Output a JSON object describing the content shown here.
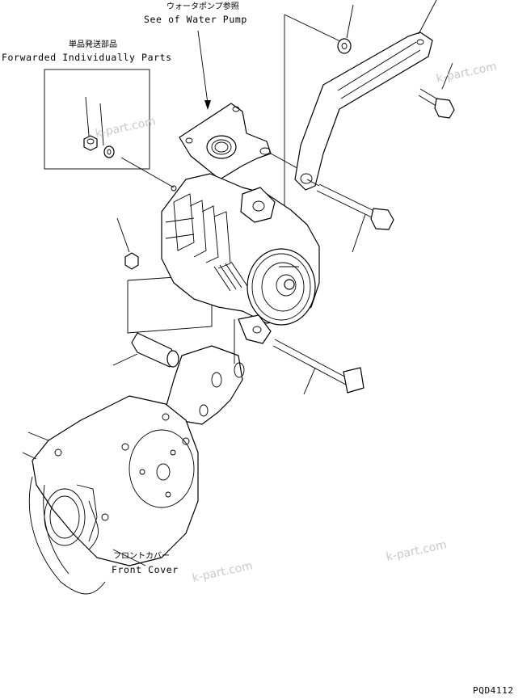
{
  "labels": {
    "water_pump_jp": "ウォータポンプ参照",
    "water_pump_en": "See of Water Pump",
    "forwarded_jp": "単品発送部品",
    "forwarded_en": "Forwarded Individually Parts",
    "front_cover_jp": "フロントカバー",
    "front_cover_en": "Front Cover",
    "drawing_code": "PQD4112"
  },
  "watermarks": [
    "k-part.com",
    "k-part.com",
    "k-part.com",
    "k-part.com"
  ],
  "colors": {
    "line": "#000000",
    "background": "#ffffff",
    "watermark": "#c8c8c8"
  }
}
